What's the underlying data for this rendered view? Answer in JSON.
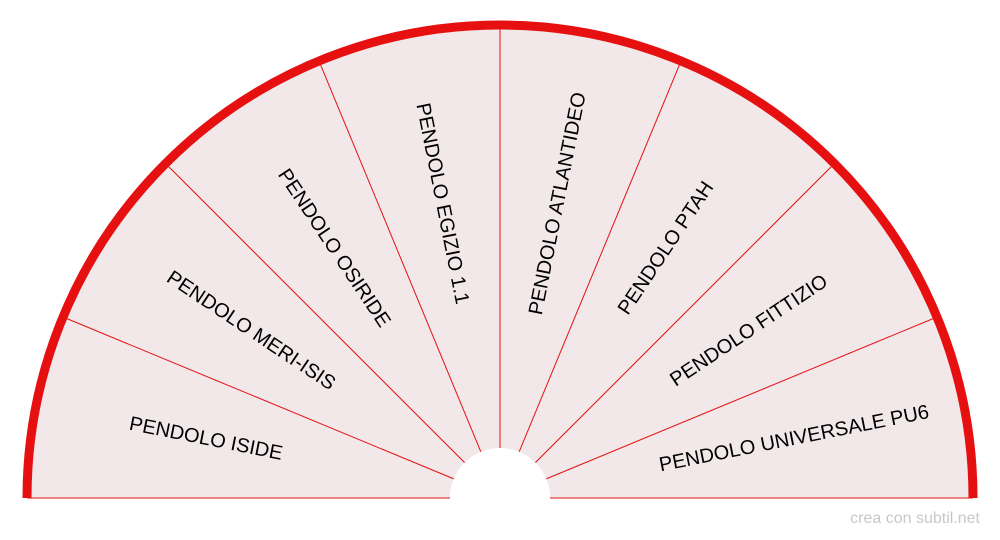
{
  "diagram": {
    "type": "semicircle-pendulum-chart",
    "segments": [
      "PENDOLO ISIDE",
      "PENDOLO MERI-ISIS",
      "PENDOLO OSIRIDE",
      "PENDOLO EGIZIO 1.1",
      "PENDOLO ATLANTIDEO",
      "PENDOLO PTAH",
      "PENDOLO FITTIZIO",
      "PENDOLO UNIVERSALE PU6"
    ],
    "colors": {
      "rim": "#e61010",
      "divider": "#e61010",
      "fill": "#f2e8e9",
      "text": "#000000"
    }
  },
  "footer": {
    "credit": "crea con subtil.net"
  }
}
